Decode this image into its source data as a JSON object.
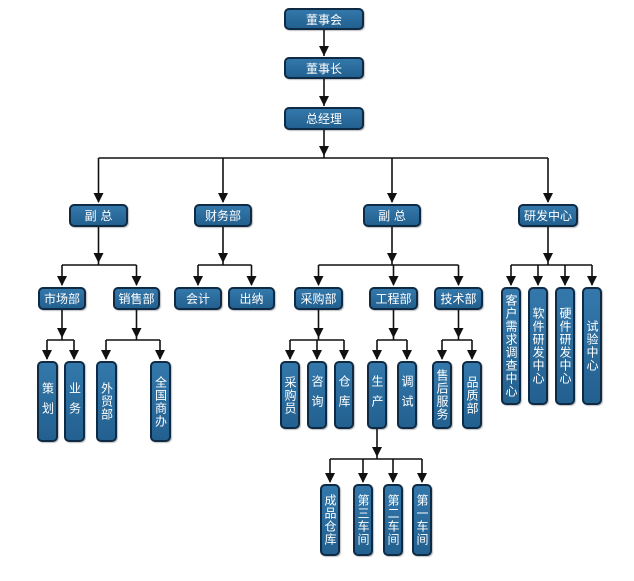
{
  "chart_data": {
    "type": "org-chart",
    "title": "",
    "nodes": [
      {
        "id": "board",
        "label": "董事会",
        "parent": null
      },
      {
        "id": "chairman",
        "label": "董事长",
        "parent": "board"
      },
      {
        "id": "gm",
        "label": "总经理",
        "parent": "chairman"
      },
      {
        "id": "vp1",
        "label": "副  总",
        "parent": "gm"
      },
      {
        "id": "finance",
        "label": "财务部",
        "parent": "gm"
      },
      {
        "id": "vp2",
        "label": "副  总",
        "parent": "gm"
      },
      {
        "id": "rnd",
        "label": "研发中心",
        "parent": "gm"
      },
      {
        "id": "market",
        "label": "市场部",
        "parent": "vp1"
      },
      {
        "id": "sales",
        "label": "销售部",
        "parent": "vp1"
      },
      {
        "id": "accounting",
        "label": "会计",
        "parent": "finance"
      },
      {
        "id": "cashier",
        "label": "出纳",
        "parent": "finance"
      },
      {
        "id": "purchasing",
        "label": "采购部",
        "parent": "vp2"
      },
      {
        "id": "engineering",
        "label": "工程部",
        "parent": "vp2"
      },
      {
        "id": "tech",
        "label": "技术部",
        "parent": "vp2"
      },
      {
        "id": "planning",
        "label": "策划",
        "parent": "market"
      },
      {
        "id": "business",
        "label": "业务",
        "parent": "market"
      },
      {
        "id": "foreign-trade",
        "label": "外贸部",
        "parent": "sales"
      },
      {
        "id": "national-office",
        "label": "全国商办",
        "parent": "sales"
      },
      {
        "id": "buyer",
        "label": "采购员",
        "parent": "purchasing"
      },
      {
        "id": "consulting",
        "label": "咨询",
        "parent": "purchasing"
      },
      {
        "id": "warehouse",
        "label": "仓库",
        "parent": "purchasing"
      },
      {
        "id": "production",
        "label": "生产",
        "parent": "engineering"
      },
      {
        "id": "debugging",
        "label": "调试",
        "parent": "engineering"
      },
      {
        "id": "after-sales",
        "label": "售后服务",
        "parent": "tech"
      },
      {
        "id": "quality",
        "label": "品质部",
        "parent": "tech"
      },
      {
        "id": "customer-research",
        "label": "客户需求调查中心",
        "parent": "rnd"
      },
      {
        "id": "software-rnd",
        "label": "软件研发中心",
        "parent": "rnd"
      },
      {
        "id": "hardware-rnd",
        "label": "硬件研发中心",
        "parent": "rnd"
      },
      {
        "id": "test-center",
        "label": "试验中心",
        "parent": "rnd"
      },
      {
        "id": "finished-goods",
        "label": "成品仓库",
        "parent": "production"
      },
      {
        "id": "workshop-3",
        "label": "第三车间",
        "parent": "production"
      },
      {
        "id": "workshop-2",
        "label": "第二车间",
        "parent": "production"
      },
      {
        "id": "workshop-1",
        "label": "第一车间",
        "parent": "production"
      }
    ]
  },
  "colors": {
    "node_fill": "#2a6a9c",
    "node_border": "#0e2a44",
    "node_text": "#ffffff",
    "connector": "#111111"
  }
}
